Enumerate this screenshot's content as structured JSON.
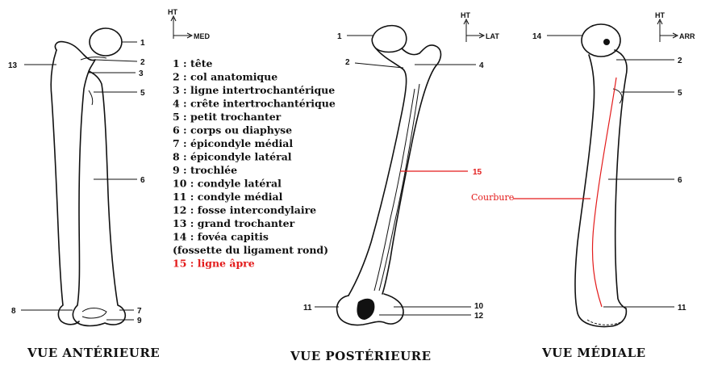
{
  "views": {
    "anterior": {
      "title": "VUE ANTÉRIEURE",
      "axis_up": "HT",
      "axis_side": "MED",
      "labels": {
        "l1": "1",
        "l2": "2",
        "l3": "3",
        "l5": "5",
        "l6": "6",
        "l7": "7",
        "l8": "8",
        "l9": "9",
        "l13": "13"
      }
    },
    "posterior": {
      "title": "VUE POSTÉRIEURE",
      "axis_up": "HT",
      "axis_side": "LAT",
      "labels": {
        "l1": "1",
        "l2": "2",
        "l4": "4",
        "l10": "10",
        "l11": "11",
        "l12": "12",
        "l15": "15"
      }
    },
    "medial": {
      "title": "VUE MÉDIALE",
      "axis_up": "HT",
      "axis_side": "ARR",
      "labels": {
        "l2": "2",
        "l5": "5",
        "l6": "6",
        "l11": "11",
        "l14": "14"
      },
      "curvature_label": "Courbure"
    }
  },
  "legend": [
    "1 : tête",
    "2 : col anatomique",
    "3 : ligne intertrochantérique",
    "4 : crête intertrochantérique",
    "5 : petit trochanter",
    "6 : corps ou diaphyse",
    "7 : épicondyle médial",
    "8 : épicondyle latéral",
    "9 : trochlée",
    "10 : condyle latéral",
    "11 : condyle médial",
    "12 : fosse intercondylaire",
    "13 : grand trochanter",
    "14 : fovéa capitis",
    "(fossette du ligament rond)",
    "15 : ligne âpre"
  ],
  "colors": {
    "ink": "#111111",
    "highlight": "#e31b1b"
  }
}
